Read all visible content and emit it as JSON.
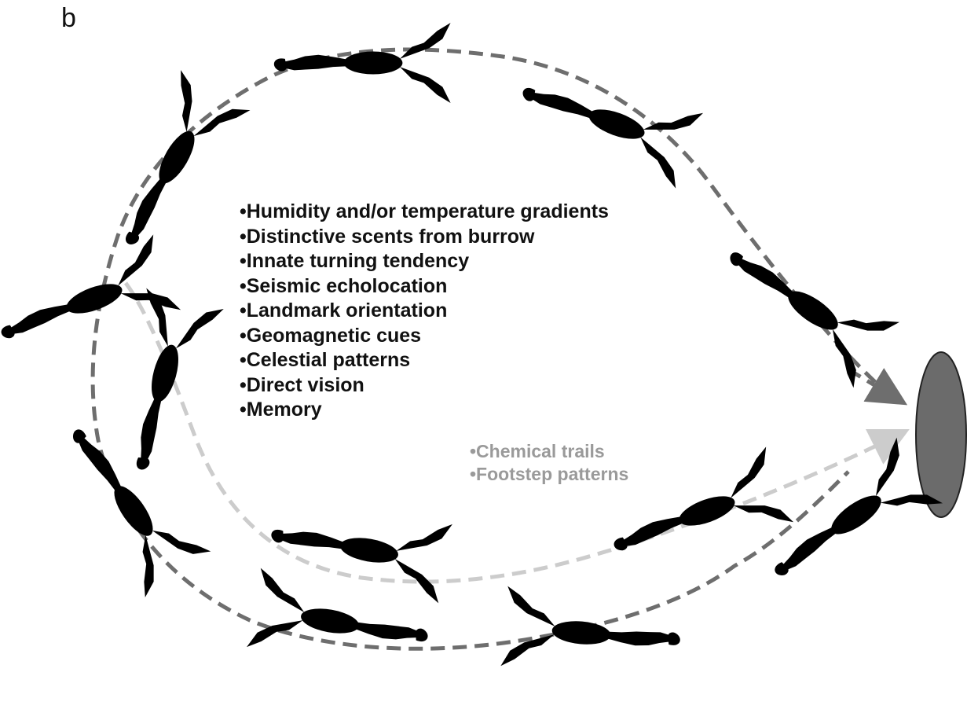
{
  "panel_label": "b",
  "cues": [
    "•Humidity and/or temperature gradients",
    "•Distinctive scents from burrow",
    "•Innate turning tendency",
    "•Seismic echolocation",
    "•Landmark orientation",
    "•Geomagnetic cues",
    "•Celestial patterns",
    "•Direct vision",
    "•Memory"
  ],
  "trail_cues": [
    "•Chemical trails",
    "•Footstep patterns"
  ],
  "colors": {
    "dark_scorpion_body": "#8c8c8c",
    "dark_outline": "#1a1a1a",
    "light_scorpion_body": "#cfcfcf",
    "light_outline": "#b0b0b0",
    "dark_path": "#6e6e6e",
    "light_path": "#cccccc",
    "burrow": "#6b6b6b",
    "light_text": "#9a9a9a"
  },
  "icons": [
    "scorpion-icon",
    "burrow-icon",
    "arrow-head-icon"
  ]
}
